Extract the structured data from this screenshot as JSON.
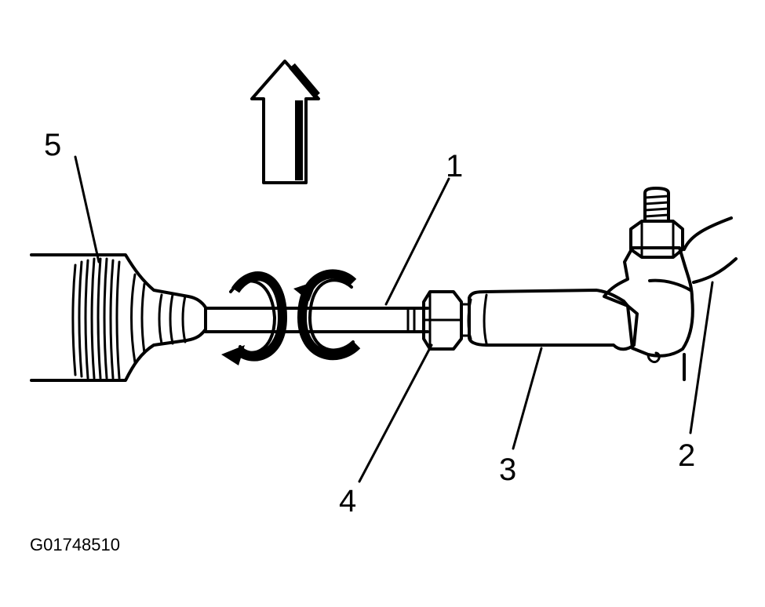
{
  "figure": {
    "id": "G01748510",
    "callouts": [
      {
        "number": "1",
        "part": "tie-rod-threaded-shaft"
      },
      {
        "number": "2",
        "part": "steering-knuckle-arm"
      },
      {
        "number": "3",
        "part": "outer-tie-rod-end"
      },
      {
        "number": "4",
        "part": "jam-nut"
      },
      {
        "number": "5",
        "part": "steering-gear-boot"
      }
    ],
    "direction_arrow": "up",
    "rotation_arrows": 2
  },
  "colors": {
    "ink": "#000000",
    "paper": "#ffffff",
    "shade": "#cfcfcf"
  }
}
